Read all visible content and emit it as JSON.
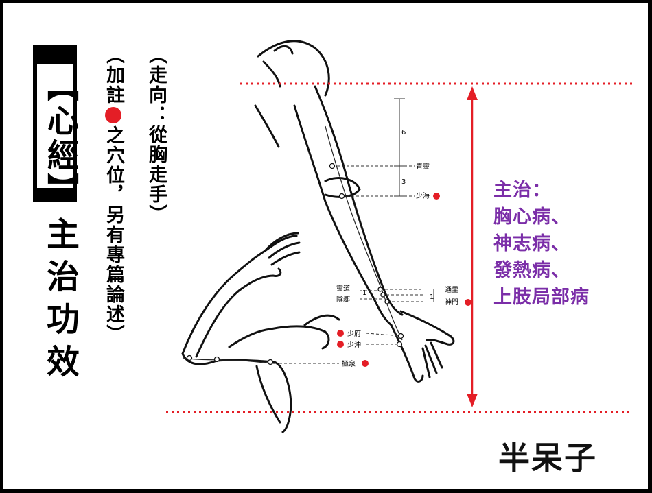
{
  "title": "【心經】",
  "effect_heading": "主治功效",
  "note": {
    "prefix": "（加註",
    "suffix": "之穴位，另有專篇論述）",
    "dot_color": "#e41e26"
  },
  "direction": "（走向：從胸走手）",
  "treatments": {
    "heading": "主治：",
    "items": [
      "胸心病、",
      "神志病、",
      "發熱病、",
      "上肢局部病"
    ],
    "color": "#7b2ea8"
  },
  "acupoints": {
    "marked": [
      "少海",
      "神門",
      "少府",
      "少沖",
      "極泉"
    ],
    "unmarked": [
      "青靈",
      "靈道",
      "陰郄",
      "通里"
    ]
  },
  "measure_labels": [
    "6",
    "3",
    "1",
    "1"
  ],
  "accent_color": "#e41e26",
  "brand": "半呆子"
}
